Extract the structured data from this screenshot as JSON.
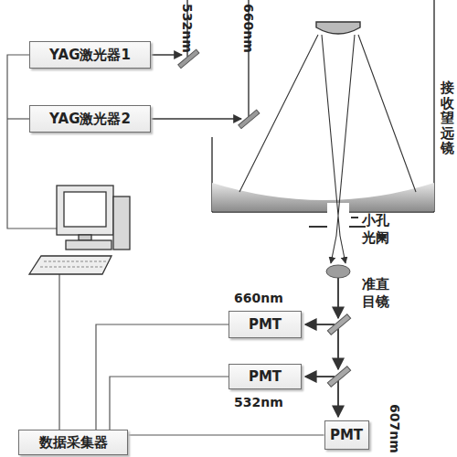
{
  "diagram": {
    "nodes": [
      {
        "text": [
          "YAG激光器1"
        ]
      },
      {
        "text": [
          "YAG激光器2"
        ]
      },
      {
        "text": [
          "PMT"
        ]
      },
      {
        "text": [
          "PMT"
        ]
      },
      {
        "text": [
          "数据采集器"
        ]
      },
      {
        "text": [
          "PMT"
        ]
      }
    ],
    "edges": [
      {
        "from": 4,
        "to": 2,
        "arrow": "none"
      },
      {
        "from": 4,
        "to": 3,
        "arrow": "none"
      },
      {
        "from": 4,
        "to": 5,
        "arrow": "none"
      }
    ],
    "labels": [
      "532nm",
      "660nm",
      "接收望远镜",
      "小孔光阑",
      "准直目镜",
      "660nm",
      "532nm",
      "607nm"
    ]
  }
}
